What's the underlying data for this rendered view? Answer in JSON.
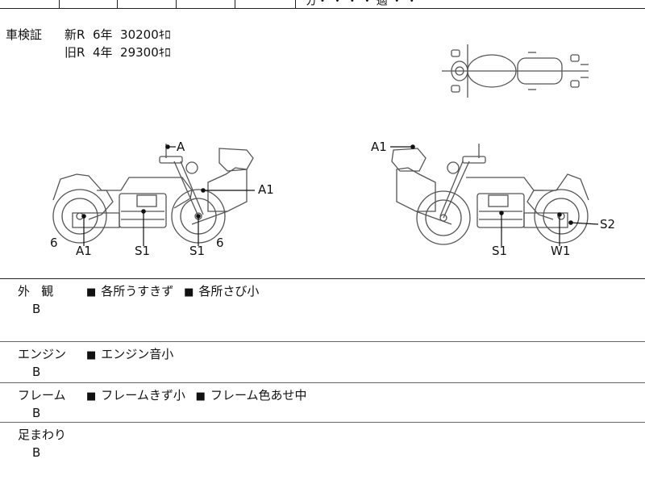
{
  "header_fragment": "ガ・ ・ ・ ・ 適 ・ ・",
  "registration": {
    "label": "車検証",
    "new_line": "新R  6年  30200ｷﾛ",
    "old_line": "旧R  4年  29300ｷﾛ"
  },
  "left_view_labels": {
    "a_top": "A",
    "a1_right": "A1",
    "six_left": "6",
    "a1_bottom": "A1",
    "s1_mid": "S1",
    "s1_right": "S1",
    "six_right": "6"
  },
  "right_view_labels": {
    "a1_top": "A1",
    "s2": "S2",
    "s1": "S1",
    "w1": "W1"
  },
  "sections": [
    {
      "title": "外   観",
      "grade": "B",
      "notes": [
        "各所うすきず",
        "各所さび小"
      ]
    },
    {
      "title": "エンジン",
      "grade": "B",
      "notes": [
        "エンジン音小"
      ]
    },
    {
      "title": "フレーム",
      "grade": "B",
      "notes": [
        "フレームきず小",
        "フレーム色あせ中"
      ]
    },
    {
      "title": "足まわり",
      "grade": "B",
      "notes": []
    }
  ],
  "bullet": "■"
}
